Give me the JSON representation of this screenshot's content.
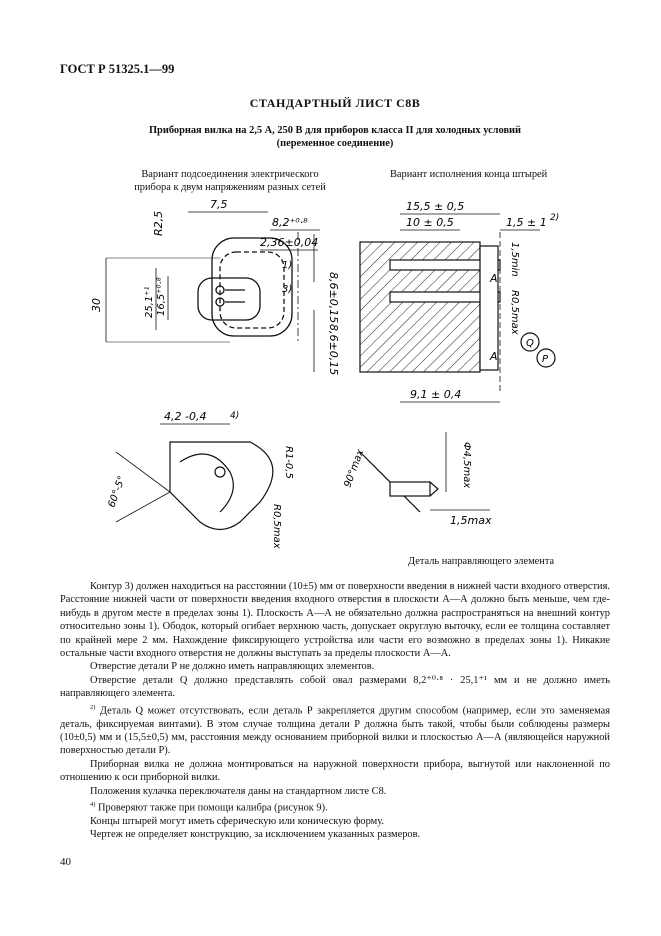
{
  "header": {
    "doc_code": "ГОСТ Р 51325.1—99"
  },
  "title": "СТАНДАРТНЫЙ ЛИСТ С8В",
  "subtitle": {
    "line1": "Приборная вилка на 2,5 А, 250 В для приборов класса II для холодных условий",
    "line2": "(переменное соединение)"
  },
  "captions": {
    "left_line1": "Вариант подсоединения электрического",
    "left_line2": "прибора к двум напряжениям разных сетей",
    "right": "Вариант исполнения конца штырей",
    "detail": "Деталь направляющего элемента"
  },
  "dims": {
    "d75": "7,5",
    "d82": "8,2⁺⁰·⁸",
    "d236": "2,36±0,04",
    "r25": "R2,5",
    "d86a": "8,6±0,15",
    "d86b": "8,6±0,15",
    "d1": "1)",
    "d3": "3)",
    "d165": "16,5⁺⁰·⁸",
    "d251": "25,1⁺¹",
    "d30": "30",
    "d155": "15,5 ± 0,5",
    "d10": "10 ± 0,5",
    "d15": "1,5 ± 1",
    "d2": "2)",
    "d15min": "1,5min",
    "r05max": "R0,5max",
    "a1": "A",
    "a2": "A",
    "q": "Q",
    "p": "P",
    "d91": "9,1 ± 0,4",
    "d42": "4,2 -0,4",
    "d4": "4)",
    "r1": "R1-0,5",
    "r05": "R0,5max",
    "ang60": "60°-5°",
    "ang90": "90°max",
    "d45": "Ф4,5max",
    "d15max": "1,5max"
  },
  "body": {
    "p1": "Контур 3) должен находиться на расстоянии (10±5) мм от поверхности введения в нижней части входного отверстия. Расстояние нижней части от поверхности введения входного отверстия в плоскости А—А должно быть меньше, чем где-нибудь в другом месте в пределах зоны 1). Плоскость А—А не обязательно должна распространяться на внешний контур относительно зоны 1). Ободок, который огибает верхнюю часть, допускает округлую выточку, если ее толщина составляет по крайней мере 2 мм. Нахождение фиксирующего устройства или части его возможно в пределах зоны 1). Никакие остальные части входного отверстия не должны выступать за пределы плоскости А—А.",
    "p2": "Отверстие детали Р не должно иметь направляющих элементов.",
    "p3": "Отверстие детали Q должно представлять собой овал размерами 8,2⁺⁰·⁸ · 25,1⁺¹ мм и не должно иметь направляющего элемента.",
    "p4_mark": "2)",
    "p4": "Деталь Q может отсутствовать, если деталь Р закрепляется другим способом (например, если это заменяемая деталь, фиксируемая винтами). В этом случае толщина детали Р должна быть такой, чтобы были соблюдены размеры (10±0,5) мм и (15,5±0,5) мм, расстояния между основанием приборной вилки и плоскостью А—А (являющейся наружной поверхностью детали Р).",
    "p5": "Приборная вилка не должна монтироваться на наружной поверхности прибора, выгнутой или наклоненной по отношению к оси приборной вилки.",
    "p6": "Положения кулачка переключателя даны на стандартном листе С8.",
    "p7_mark": "4)",
    "p7": "Проверяют также при помощи калибра (рисунок 9).",
    "p8": "Концы штырей могут иметь сферическую или коническую форму.",
    "p9": "Чертеж не определяет конструкцию, за исключением указанных размеров."
  },
  "page_number": "40"
}
